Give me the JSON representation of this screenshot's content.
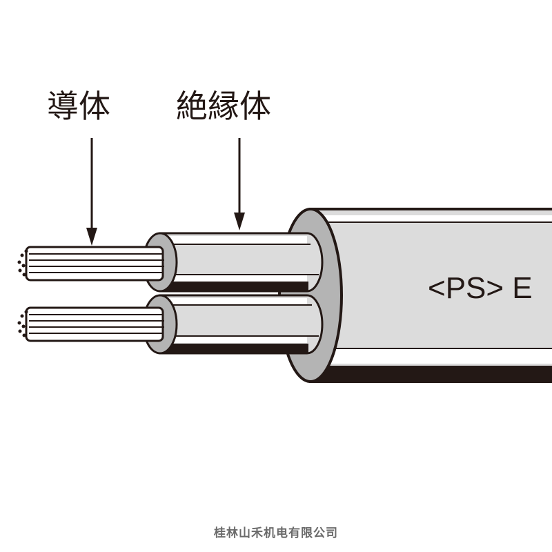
{
  "labels": {
    "conductor": "導体",
    "insulator": "絶縁体"
  },
  "cable_marking": "<PS> E",
  "watermark": "桂林山禾机电有限公司",
  "colors": {
    "outline": "#231815",
    "sheath": "#dcdcdc",
    "ring": "#b4b4b4",
    "highlight": "#ffffff"
  }
}
